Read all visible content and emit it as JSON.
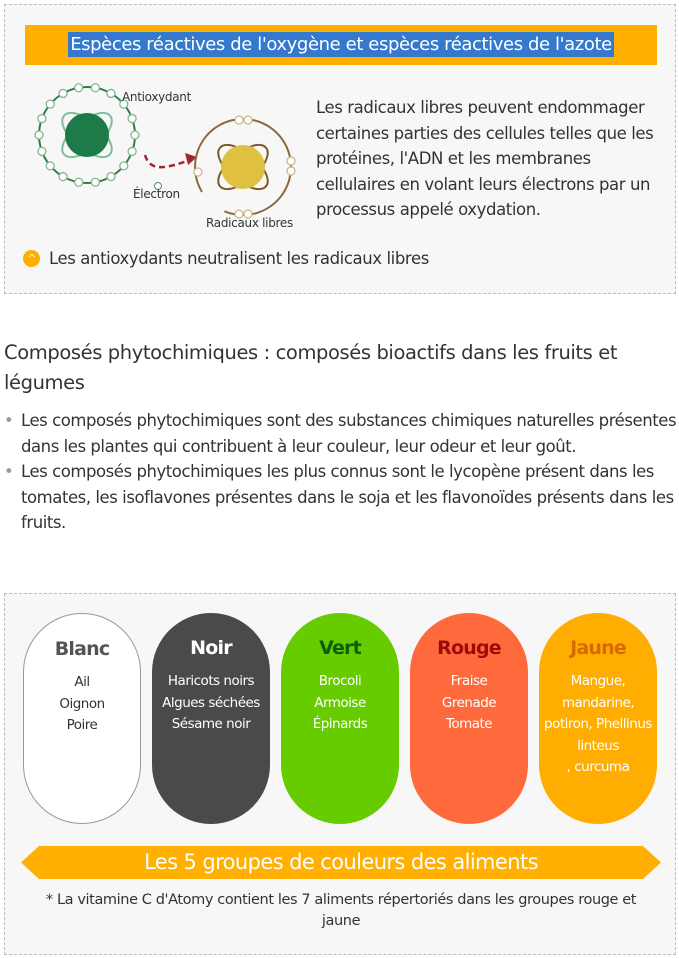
{
  "ros_box": {
    "title": "Espèces réactives de l'oxygène et espèces réactives de l'azote",
    "diagram": {
      "antioxidant_label": "Antioxydant",
      "electron_label": "Électron",
      "free_radical_label": "Radicaux libres"
    },
    "paragraph": "Les radicaux libres peuvent endommager certaines parties des cellules telles que les protéines, l'ADN et les membranes cellulaires en volant leurs électrons par un processus appelé oxydation.",
    "note": "Les antioxydants neutralisent les radicaux libres"
  },
  "phyto": {
    "heading": "Composés phytochimiques : composés bioactifs dans les fruits et légumes",
    "bullets": [
      "Les composés phytochimiques sont des substances chimiques naturelles présentes dans les plantes qui contribuent à leur couleur, leur odeur et leur goût.",
      "Les composés phytochimiques les plus connus sont le lycopène présent dans les tomates, les isoflavones présentes dans le soja et les flavonoïdes présents dans les fruits."
    ]
  },
  "color_groups": {
    "groups": [
      {
        "name": "Blanc",
        "items": [
          "Ail",
          "Oignon",
          "Poire"
        ],
        "bg": "#ffffff",
        "title_color": "#555555",
        "text_color": "#333333"
      },
      {
        "name": "Noir",
        "items": [
          "Haricots noirs",
          "Algues séchées",
          "Sésame noir"
        ],
        "bg": "#4a4a4a",
        "title_color": "#ffffff",
        "text_color": "#ffffff"
      },
      {
        "name": "Vert",
        "items": [
          "Brocoli",
          "Armoise",
          "Épinards"
        ],
        "bg": "#66cc00",
        "title_color": "#0b5e0b",
        "text_color": "#ffffff"
      },
      {
        "name": "Rouge",
        "items": [
          "Fraise",
          "Grenade",
          "Tomate"
        ],
        "bg": "#ff6a3d",
        "title_color": "#9c0a0a",
        "text_color": "#ffffff"
      },
      {
        "name": "Jaune",
        "items": [
          "Mangue,",
          "mandarine,",
          "potiron, Phellinus",
          "linteus",
          ", curcuma"
        ],
        "bg": "#ffad00",
        "title_color": "#d46a00",
        "text_color": "#ffffff"
      }
    ],
    "banner": "Les 5 groupes de couleurs des aliments",
    "footnote": "* La vitamine C d'Atomy contient les 7 aliments répertoriés dans les groupes rouge et jaune"
  }
}
